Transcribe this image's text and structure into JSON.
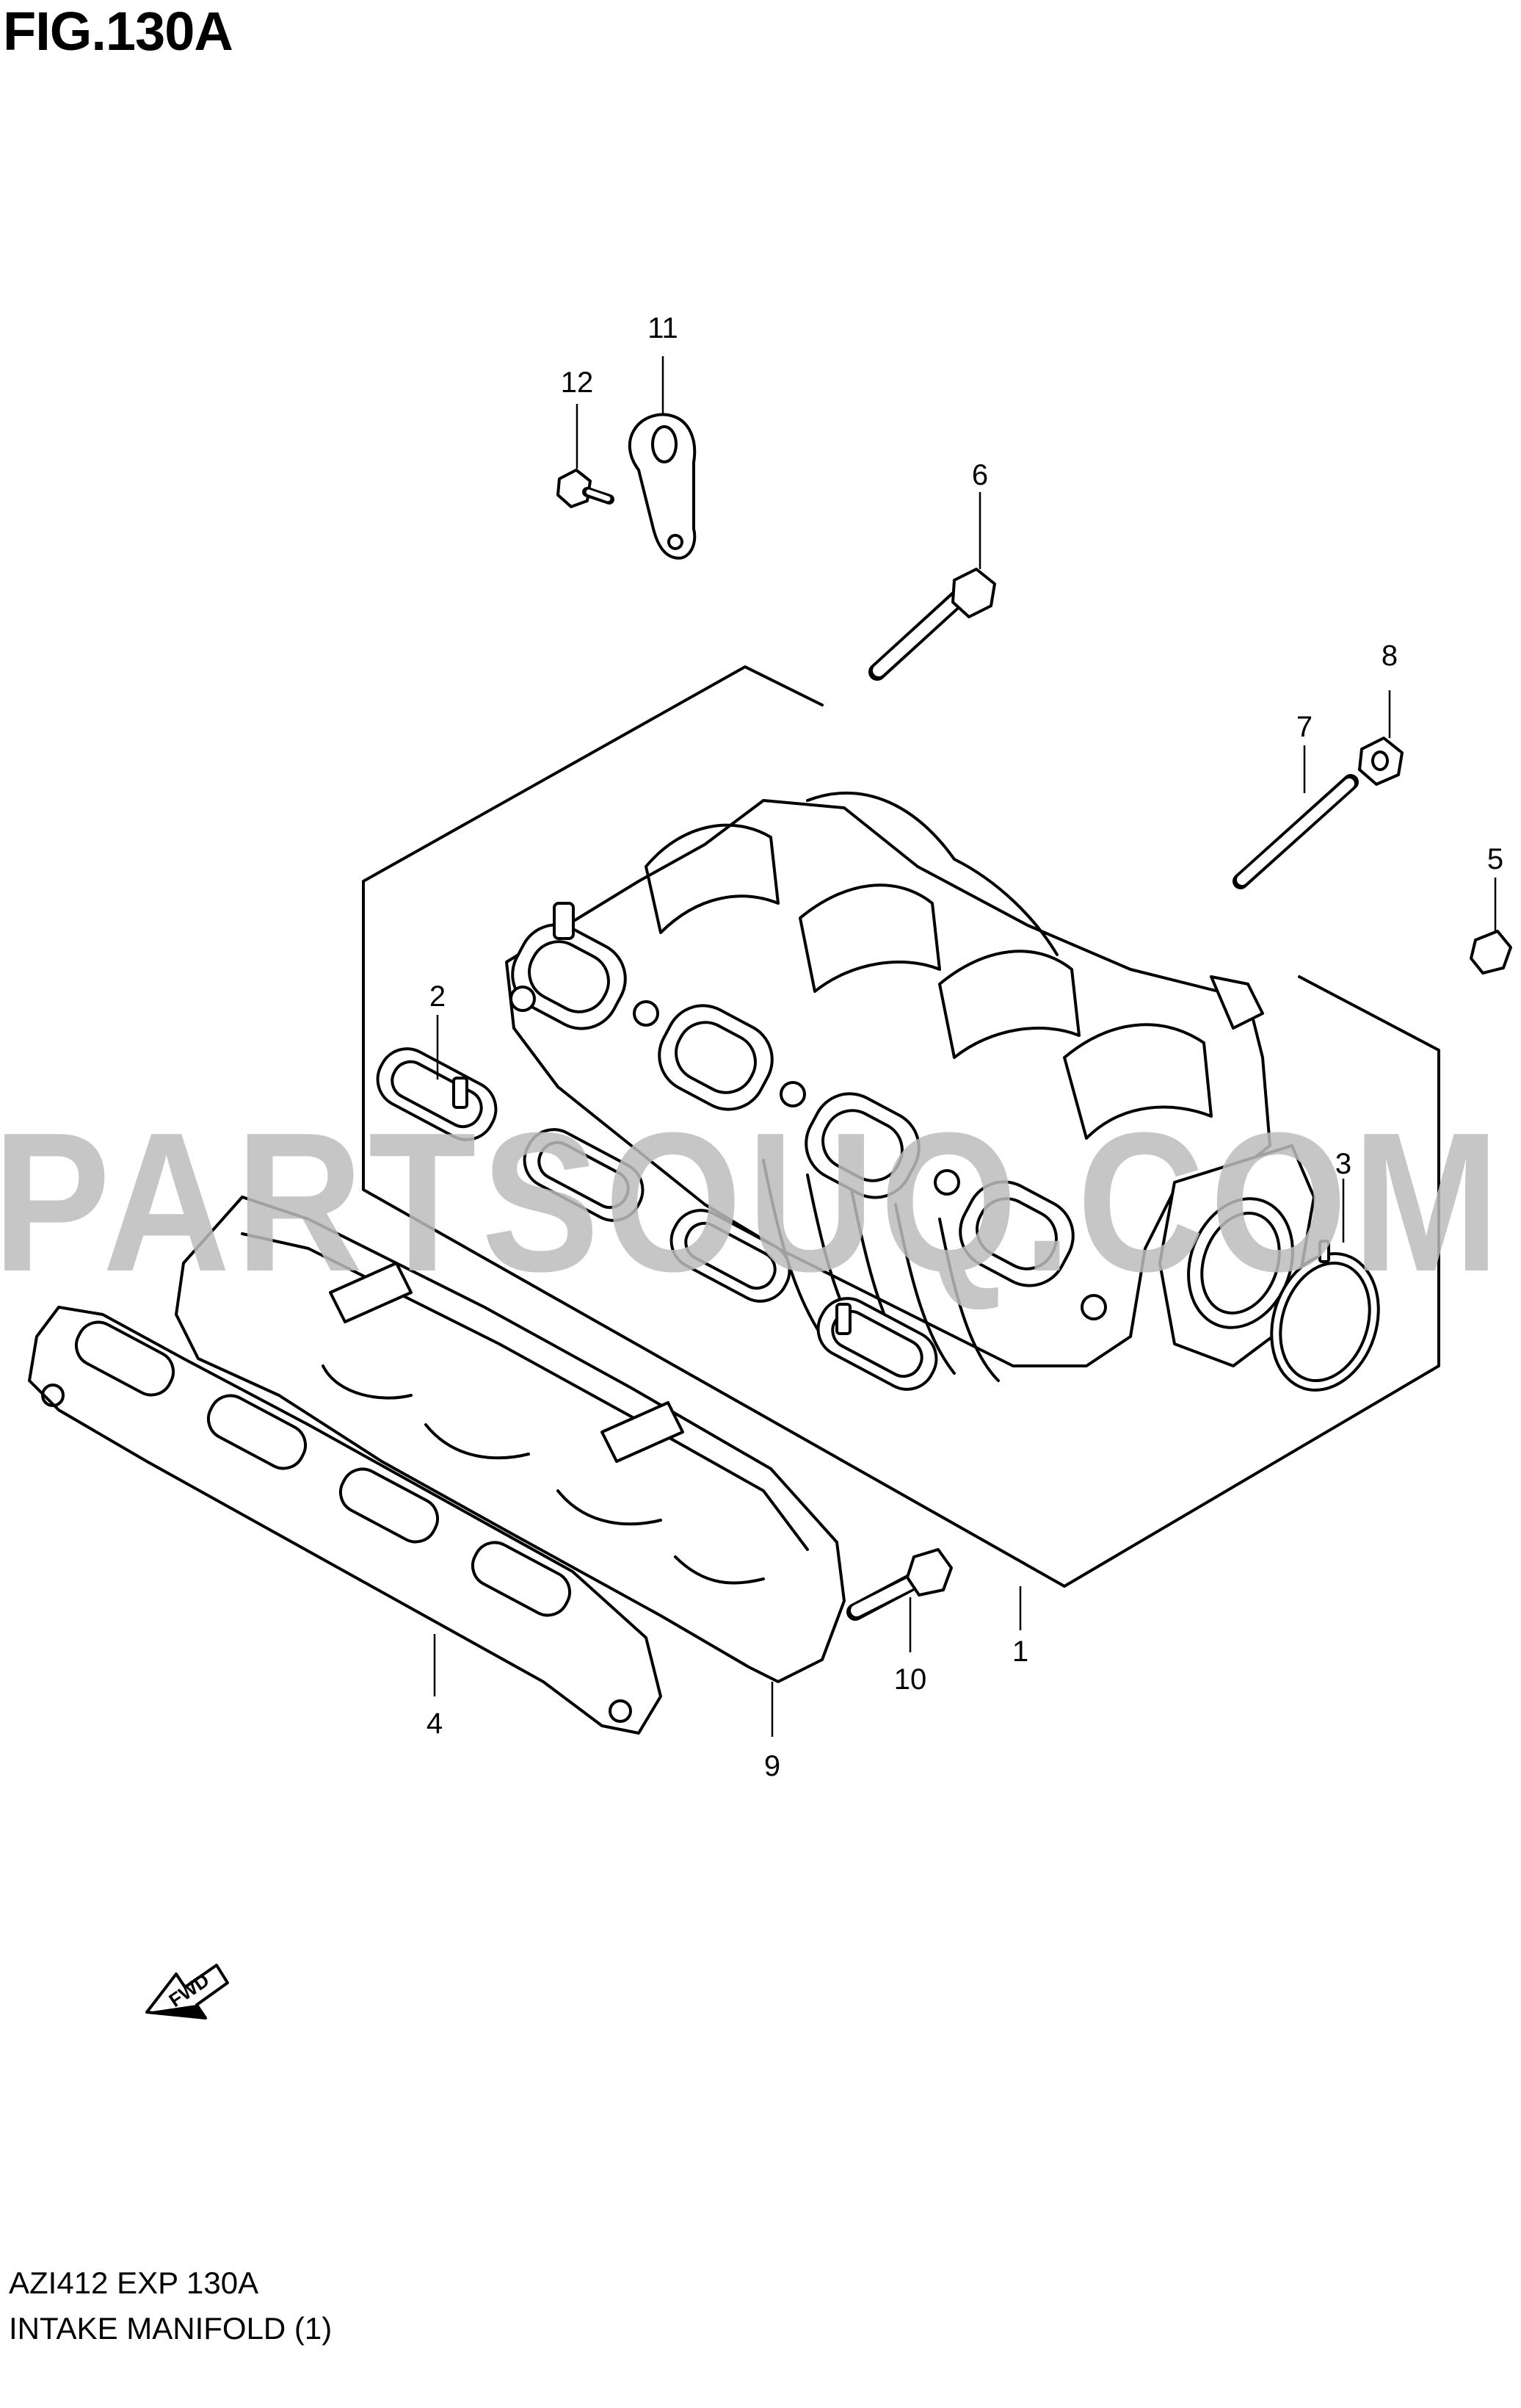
{
  "figure": {
    "title": "FIG.130A",
    "watermark": "PARTSOUQ.COM",
    "fwd_label": "FWD",
    "footer_code": "AZI412 EXP 130A",
    "footer_title": "INTAKE MANIFOLD (1)"
  },
  "callouts": [
    {
      "id": "1",
      "label": "1"
    },
    {
      "id": "2",
      "label": "2"
    },
    {
      "id": "3",
      "label": "3"
    },
    {
      "id": "4",
      "label": "4"
    },
    {
      "id": "5",
      "label": "5"
    },
    {
      "id": "6",
      "label": "6"
    },
    {
      "id": "7",
      "label": "7"
    },
    {
      "id": "8",
      "label": "8"
    },
    {
      "id": "9",
      "label": "9"
    },
    {
      "id": "10",
      "label": "10"
    },
    {
      "id": "11",
      "label": "11"
    },
    {
      "id": "12",
      "label": "12"
    }
  ],
  "colors": {
    "line": "#000000",
    "watermark": "#bdbdbd",
    "background": "#ffffff"
  }
}
